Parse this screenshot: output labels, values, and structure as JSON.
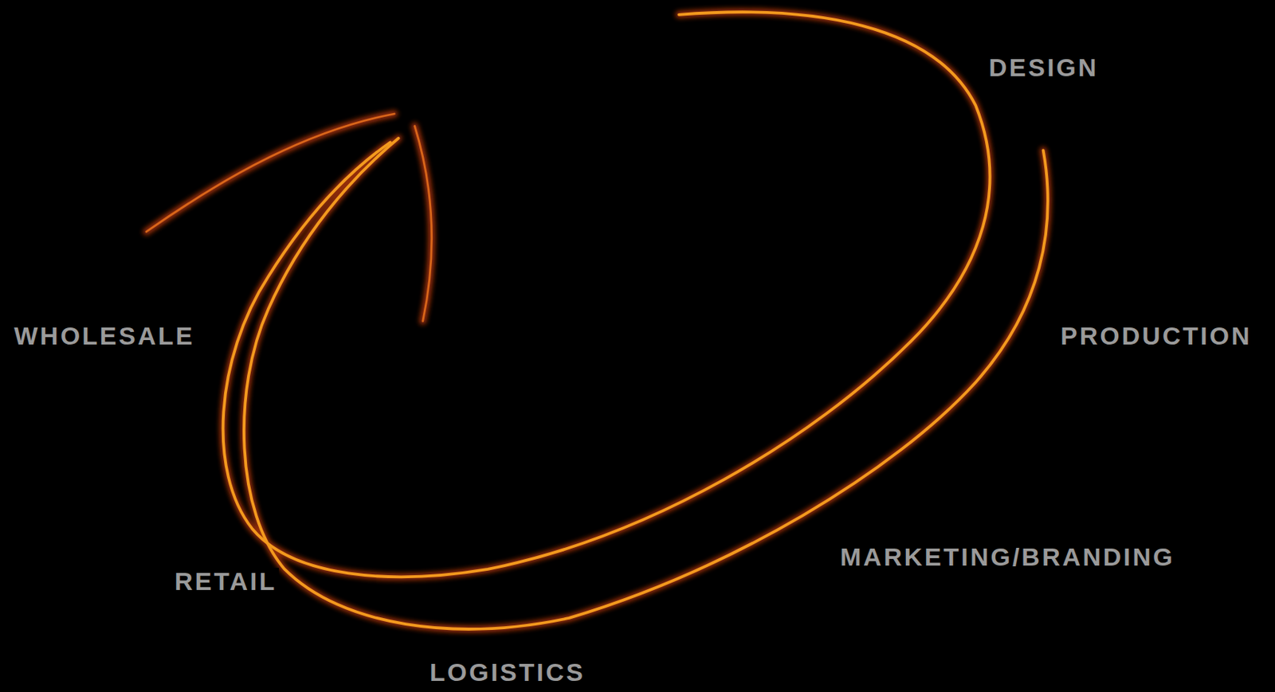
{
  "diagram": {
    "labels": [
      "DESIGN",
      "PRODUCTION",
      "MARKETING/BRANDING",
      "LOGISTICS",
      "RETAIL",
      "WHOLESALE"
    ]
  }
}
